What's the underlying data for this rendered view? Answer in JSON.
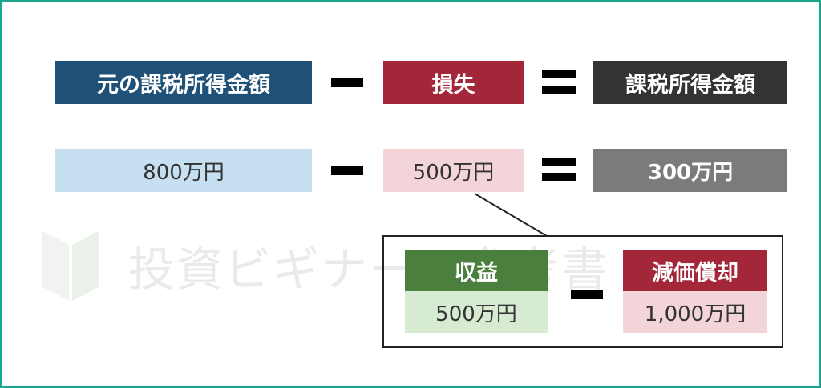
{
  "row1": {
    "original_income": "元の課税所得金額",
    "loss": "損失",
    "taxable_income": "課税所得金額"
  },
  "row2": {
    "original_value": "800万円",
    "loss_value": "500万円",
    "result_value": "300万円"
  },
  "detail": {
    "revenue_label": "収益",
    "revenue_value": "500万円",
    "depreciation_label": "減価償却",
    "depreciation_value": "1,000万円"
  },
  "watermark": {
    "text": "投資ビギナーの参考書"
  },
  "colors": {
    "frame": "#1aa68c",
    "navy": "#1f5178",
    "crimson": "#a32639",
    "dark_gray": "#333333",
    "light_blue": "#c6e0f1",
    "light_pink": "#f3d4d8",
    "gray": "#7b7b7b",
    "green": "#4a7f3e",
    "light_green": "#d7ead2"
  }
}
